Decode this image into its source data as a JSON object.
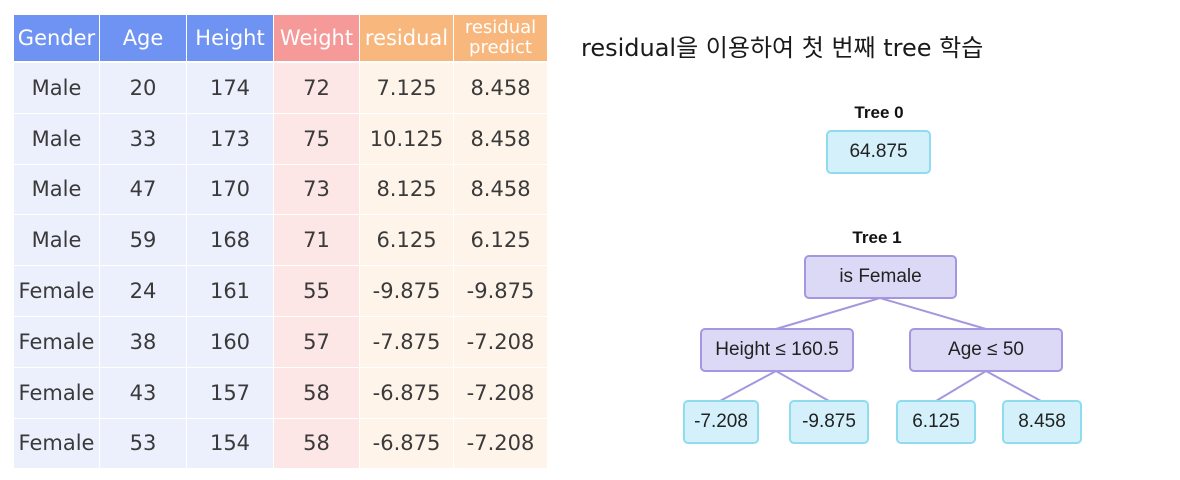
{
  "table": {
    "headers": [
      "Gender",
      "Age",
      "Height",
      "Weight",
      "residual",
      "residual\npredict"
    ],
    "rows": [
      [
        "Male",
        "20",
        "174",
        "72",
        "7.125",
        "8.458"
      ],
      [
        "Male",
        "33",
        "173",
        "75",
        "10.125",
        "8.458"
      ],
      [
        "Male",
        "47",
        "170",
        "73",
        "8.125",
        "8.458"
      ],
      [
        "Male",
        "59",
        "168",
        "71",
        "6.125",
        "6.125"
      ],
      [
        "Female",
        "24",
        "161",
        "55",
        "-9.875",
        "-9.875"
      ],
      [
        "Female",
        "38",
        "160",
        "57",
        "-7.875",
        "-7.208"
      ],
      [
        "Female",
        "43",
        "157",
        "58",
        "-6.875",
        "-7.208"
      ],
      [
        "Female",
        "53",
        "154",
        "58",
        "-6.875",
        "-7.208"
      ]
    ]
  },
  "caption": "residual을 이용하여 첫 번째 tree 학습",
  "tree0": {
    "label": "Tree 0",
    "value": "64.875"
  },
  "tree1": {
    "label": "Tree 1",
    "root": "is Female",
    "left_split": "Height ≤ 160.5",
    "right_split": "Age ≤ 50",
    "leaves": [
      "-7.208",
      "-9.875",
      "6.125",
      "8.458"
    ]
  },
  "colors": {
    "header_blue": "#6f93f2",
    "header_red": "#f59999",
    "header_orange": "#f8b77c",
    "cell_blue": "#ecf0fd",
    "cell_red": "#fde6e6",
    "cell_orange": "#fff4ea",
    "leaf_fill": "#d4f1fb",
    "leaf_border": "#8fdcef",
    "split_fill": "#dcd9f7",
    "split_border": "#a497e0"
  }
}
